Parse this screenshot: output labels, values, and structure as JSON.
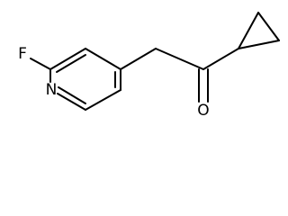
{
  "molecule": {
    "atoms": {
      "fluorine": "F",
      "nitrogen": "N",
      "oxygen": "O"
    }
  },
  "colors": {
    "stroke": "#000000",
    "background": "#ffffff"
  }
}
